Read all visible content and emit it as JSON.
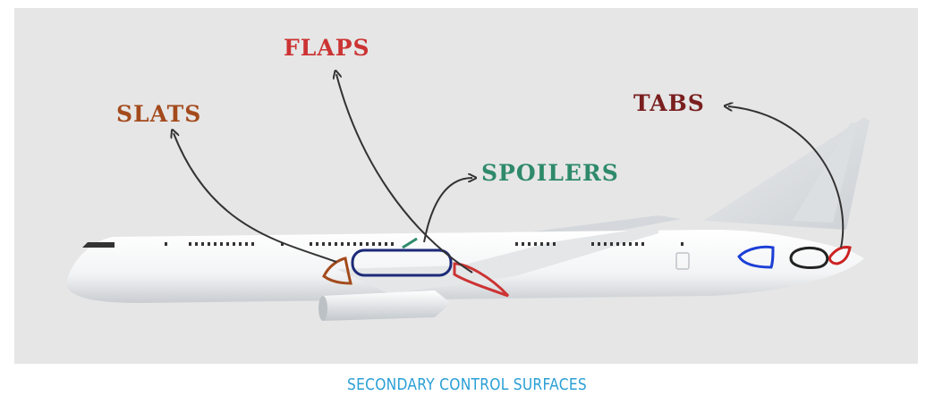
{
  "labels": {
    "slats": "SLATS",
    "flaps": "FLAPS",
    "spoilers": "SPOILERS",
    "tabs": "TABS"
  },
  "caption": "SECONDARY CONTROL SURFACES",
  "colors": {
    "slats": "#a34a1c",
    "flaps": "#cc3333",
    "spoilers": "#2e8a6a",
    "tabs": "#7a1f1f",
    "caption": "#2a9fd6",
    "background": "#e6e6e6"
  }
}
